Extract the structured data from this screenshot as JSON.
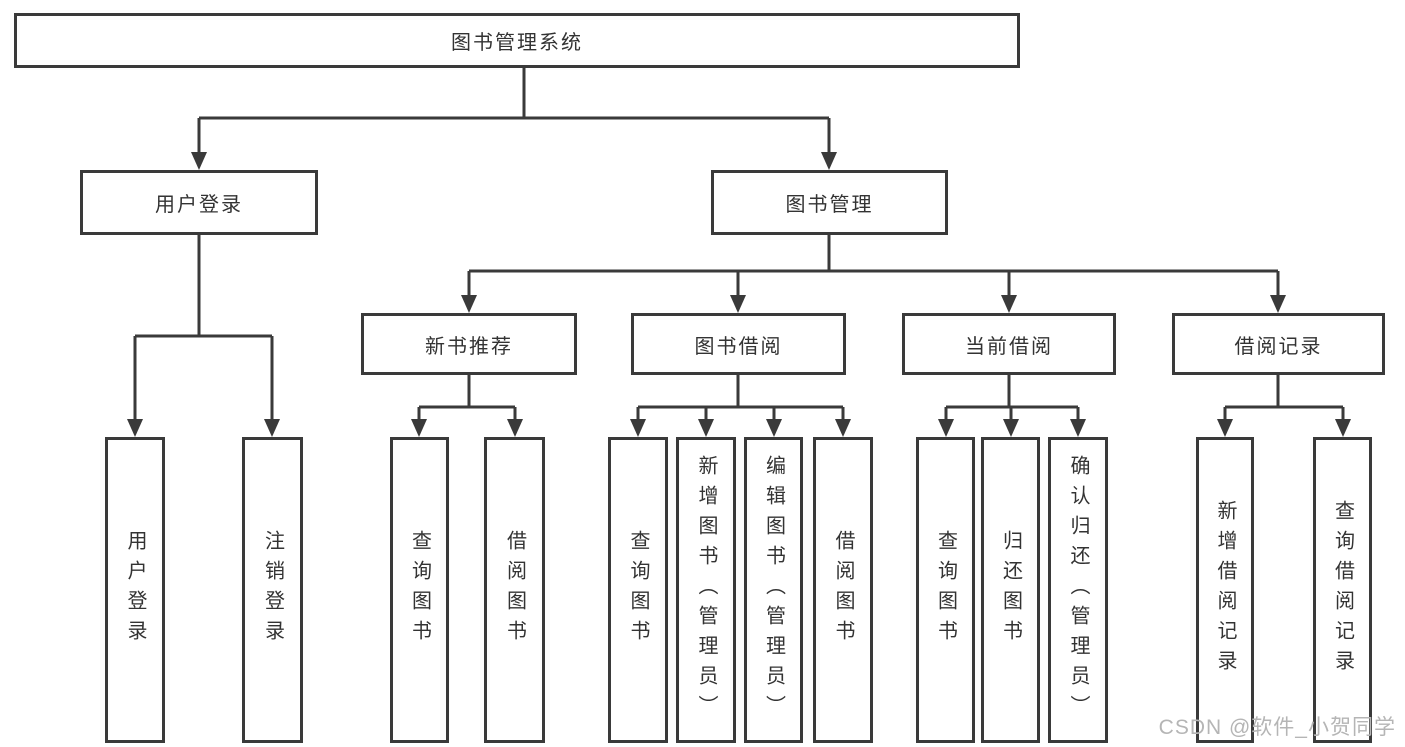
{
  "colors": {
    "line": "#3a3a3a",
    "box_border": "#3a3a3a",
    "text": "#333333",
    "background": "#ffffff",
    "watermark_text": "#b5b5b5"
  },
  "tree": {
    "label": "图书管理系统",
    "children": [
      {
        "label": "用户登录",
        "children": [
          {
            "label": "用户登录"
          },
          {
            "label": "注销登录"
          }
        ]
      },
      {
        "label": "图书管理",
        "children": [
          {
            "label": "新书推荐",
            "children": [
              {
                "label": "查询图书"
              },
              {
                "label": "借阅图书"
              }
            ]
          },
          {
            "label": "图书借阅",
            "children": [
              {
                "label": "查询图书"
              },
              {
                "label": "新增图书（管理员）"
              },
              {
                "label": "编辑图书（管理员）"
              },
              {
                "label": "借阅图书"
              }
            ]
          },
          {
            "label": "当前借阅",
            "children": [
              {
                "label": "查询图书"
              },
              {
                "label": "归还图书"
              },
              {
                "label": "确认归还（管理员）"
              }
            ]
          },
          {
            "label": "借阅记录",
            "children": [
              {
                "label": "新增借阅记录"
              },
              {
                "label": "查询借阅记录"
              }
            ]
          }
        ]
      }
    ]
  },
  "watermark": "CSDN @软件_小贺同学"
}
